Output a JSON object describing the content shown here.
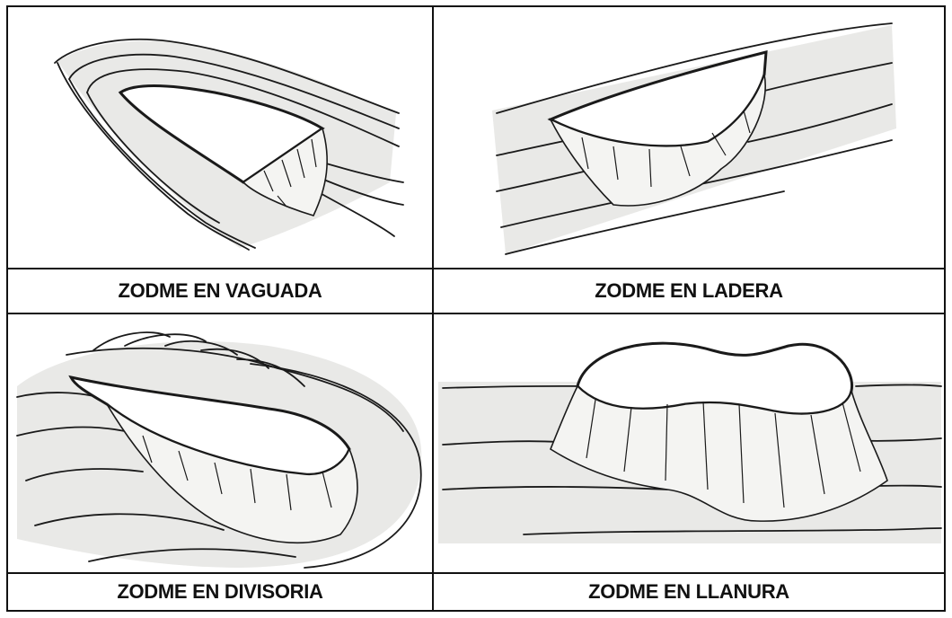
{
  "panels": [
    {
      "caption": "ZODME EN VAGUADA"
    },
    {
      "caption": "ZODME EN LADERA"
    },
    {
      "caption": "ZODME EN DIVISORIA"
    },
    {
      "caption": "ZODME EN LLANURA"
    }
  ],
  "colors": {
    "border": "#111111",
    "terrain_shade": "#e9e9e7",
    "fill_surface": "#ffffff",
    "ink": "#1a1a1a"
  }
}
